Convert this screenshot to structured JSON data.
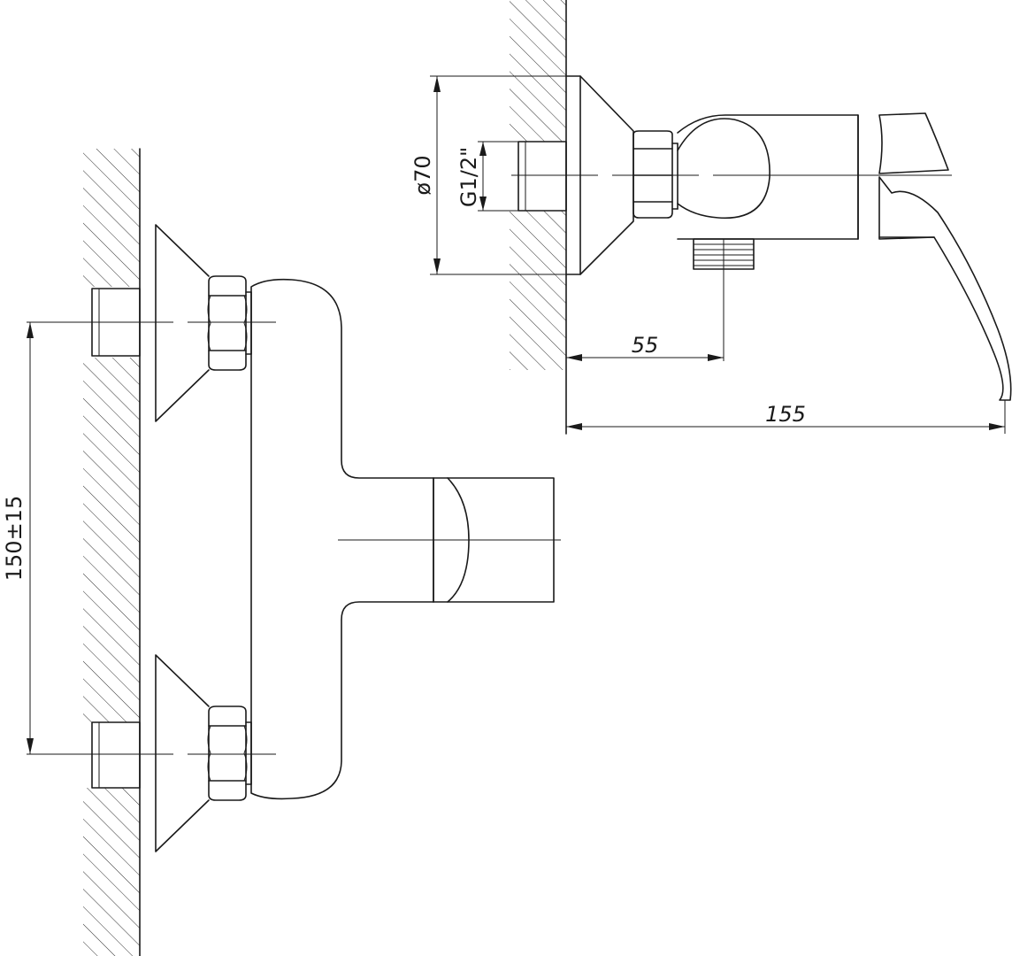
{
  "dimensions": {
    "inlet_spacing": "150±15",
    "flange_diameter": "ø70",
    "thread_size": "G1/2\"",
    "outlet_offset": "55",
    "overall_depth": "155"
  }
}
